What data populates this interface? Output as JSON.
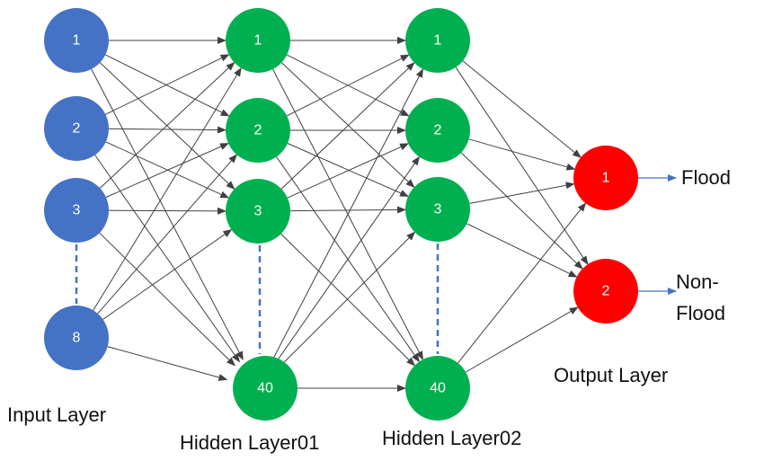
{
  "colors": {
    "input": "#4472C4",
    "hidden": "#00B050",
    "output": "#FF0000",
    "edge": "#404040",
    "dash": "#4472C4",
    "output_arrow": "#4472C4"
  },
  "layers": [
    {
      "key": "input",
      "label": "Input Layer",
      "nodes": [
        "1",
        "2",
        "3",
        "8"
      ]
    },
    {
      "key": "hidden1",
      "label": "Hidden Layer01",
      "nodes": [
        "1",
        "2",
        "3",
        "40"
      ]
    },
    {
      "key": "hidden2",
      "label": "Hidden Layer02",
      "nodes": [
        "1",
        "2",
        "3",
        "40"
      ]
    },
    {
      "key": "output",
      "label": "Output Layer",
      "nodes": [
        "1",
        "2"
      ]
    }
  ],
  "outputs": {
    "flood": "Flood",
    "non_flood_line1": "Non-",
    "non_flood_line2": "Flood"
  }
}
